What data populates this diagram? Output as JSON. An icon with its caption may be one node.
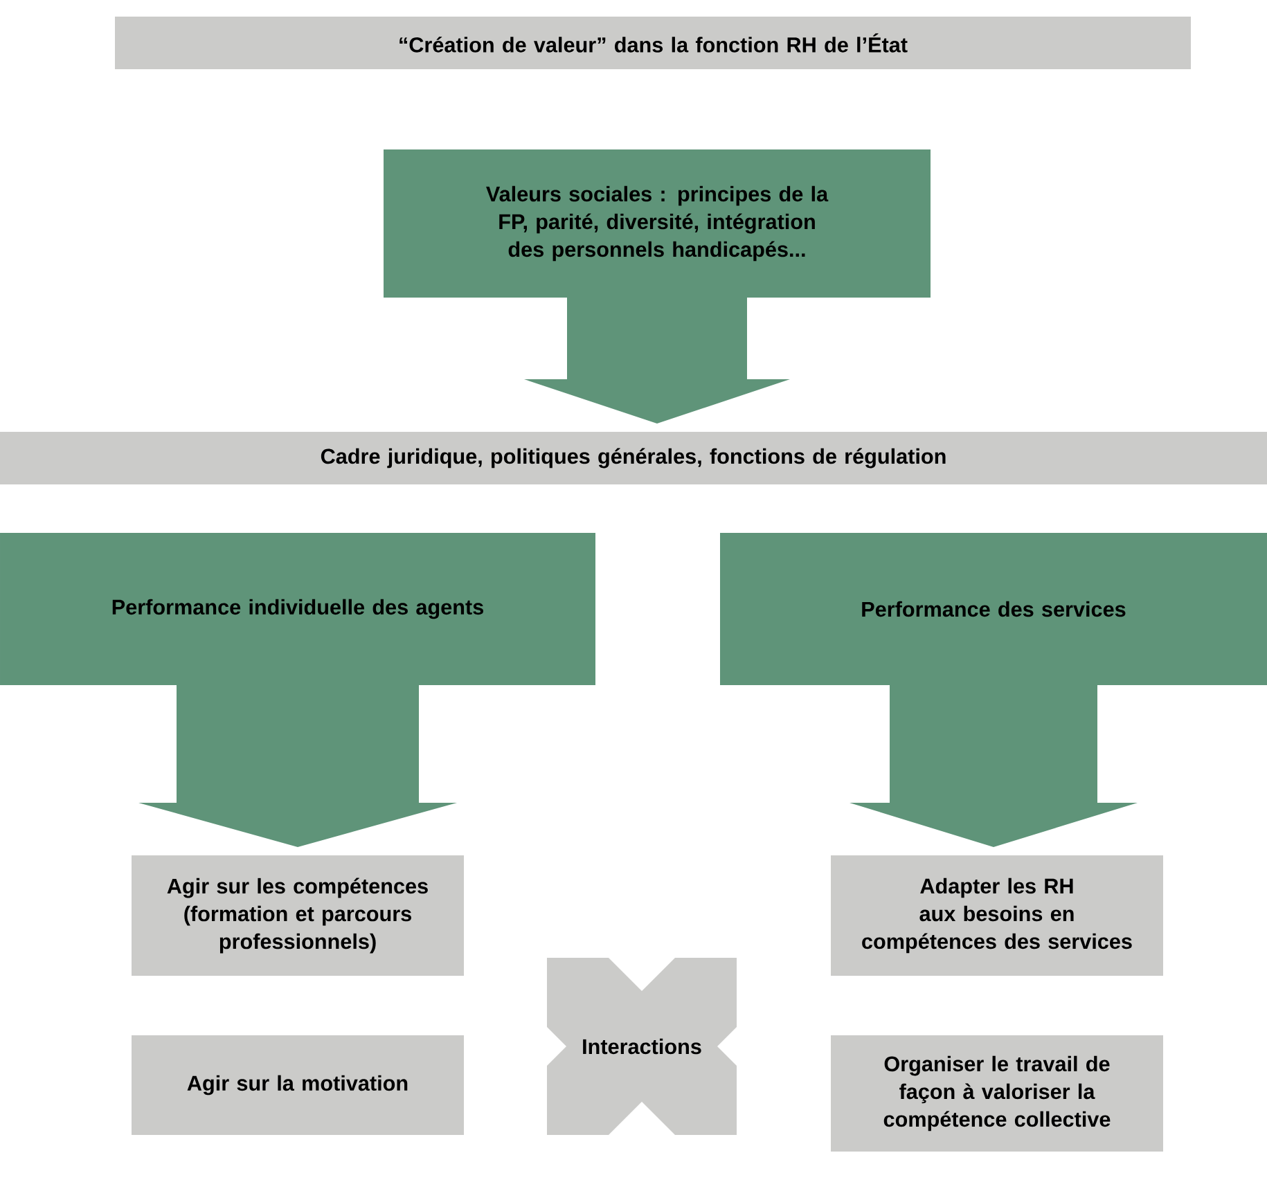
{
  "diagram": {
    "nodes": [
      {
        "text": [
          "“Création de valeur” dans la fonction RH de l’État"
        ]
      },
      {
        "text": [
          "Valeurs sociales : principes de la FP, parité, diversité, intégration des personnels handicapés..."
        ]
      },
      {
        "text": [
          "Cadre juridique, politiques générales, fonctions de régulation"
        ]
      },
      {
        "text": [
          "Performance individuelle des agents"
        ]
      },
      {
        "text": [
          "Performance des services"
        ]
      },
      {
        "text": [
          "Agir sur les compétences (formation et parcours professionnels)"
        ]
      },
      {
        "text": [
          "Adapter les RH aux besoins en compétences des services"
        ]
      },
      {
        "text": [
          "Interactions"
        ]
      },
      {
        "text": [
          "Agir sur la motivation"
        ]
      },
      {
        "text": [
          "Organiser le travail de façon à valoriser la compétence collective"
        ]
      }
    ],
    "edges": [
      {
        "from": 1,
        "to": 2,
        "arrow": "to"
      },
      {
        "from": 3,
        "to": 5,
        "arrow": "to"
      },
      {
        "from": 4,
        "to": 6,
        "arrow": "to"
      }
    ]
  }
}
